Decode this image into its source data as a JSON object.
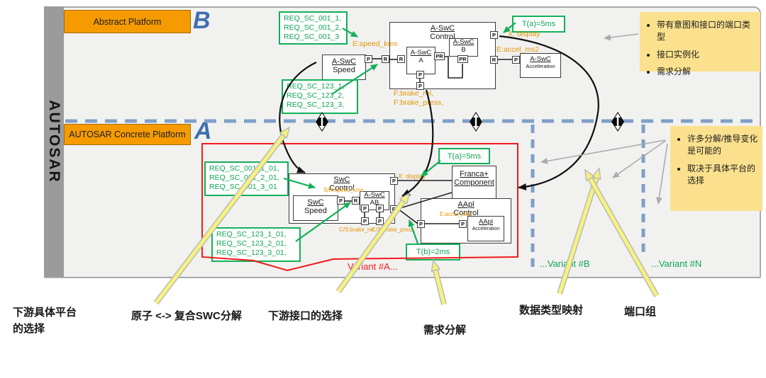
{
  "sidebar": {
    "label": "AUTOSAR"
  },
  "platforms": {
    "abstract": {
      "label": "Abstract Platform",
      "letter": "B"
    },
    "concrete": {
      "label": "AUTOSAR Concrete Platform",
      "letter": "A"
    }
  },
  "ports": {
    "p": "P",
    "r": "R",
    "pr": "PR"
  },
  "components": {
    "aswc_speed": {
      "title": "A-SwC",
      "subtitle": "Speed"
    },
    "aswc_control": {
      "title": "A-SwC",
      "subtitle": "Control"
    },
    "aswc_a": {
      "title": "A-SwC",
      "subtitle": "A"
    },
    "aswc_b": {
      "title": "A-SwC",
      "subtitle": "B"
    },
    "aswc_accel": {
      "title": "A-SwC",
      "subtitle": "Acceleration"
    },
    "swc_control": {
      "title": "SwC",
      "subtitle": "Control"
    },
    "swc_speed": {
      "title": "SwC",
      "subtitle": "Speed"
    },
    "aswc_ab": {
      "title": "A-SwC",
      "subtitle": "AB"
    },
    "franca": {
      "title": "Franca+",
      "subtitle": "Component"
    },
    "aapl_control": {
      "title": "AApl",
      "subtitle": "Control"
    },
    "aapl_accel": {
      "title": "AApl",
      "subtitle": "Acceleration"
    }
  },
  "requirements": {
    "abstract_001": "REQ_SC_001_1,\nREQ_SC_001_2,\nREQ_SC_001_3",
    "abstract_123": "REQ_SC_123_1,\nREQ_SC_123_2,\nREQ_SC_123_3,",
    "concrete_001": "REQ_SC_001_1_01,\nREQ_SC_001_2_01,\nREQ_SC_001_3_01",
    "concrete_123": "REQ_SC_123_1_01,\nREQ_SC_123_2_01,\nREQ_SC_123_3_01,"
  },
  "timing": {
    "t_a": "T(a)=5ms",
    "t_b": "T(b)=2ms"
  },
  "interface_labels": {
    "e_speed_kms": "E:speed_kms",
    "x_display_abstract": "X: display",
    "e_accel_ms2_abstract": "E:accel_ms2",
    "f_brake": "F:brake_rel,\nF:brake_press,",
    "sr_speed_kms": "S/R:speed_kms",
    "x_display_concrete": "X: display",
    "e_accel_ms2_concrete": "E:accel_ms2",
    "cs_brake_rel": "C/S:brake_rel",
    "cs_brake_press": "C/S:brake_press."
  },
  "variants": {
    "a": "Variant #A...",
    "b": "...Variant #B",
    "n": "...Variant #N"
  },
  "notes": {
    "abstract_note": {
      "items": [
        "带有意图和接口的端口类型",
        "接口实例化",
        "需求分解"
      ]
    },
    "concrete_note": {
      "items": [
        "许多分解/推导变化是可能的",
        "取决于具体平台的选择"
      ]
    }
  },
  "annotations": {
    "platform_choice": "下游具体平台\n的选择",
    "atomic_composite": "原子 <-> 复合SWC分解",
    "interface_choice": "下游接口的选择",
    "req_decomposition": "需求分解",
    "datatype_mapping": "数据类型映射",
    "port_group": "端口组"
  },
  "colors": {
    "platform_orange": "#F59B00",
    "note_yellow": "#FBE18D",
    "req_green": "#12B058",
    "variant_red": "#F21B1B",
    "dash_blue": "#7F9FC7",
    "arrow_yellow": "#F6F27C",
    "arrow_gray": "#ABABAB"
  }
}
